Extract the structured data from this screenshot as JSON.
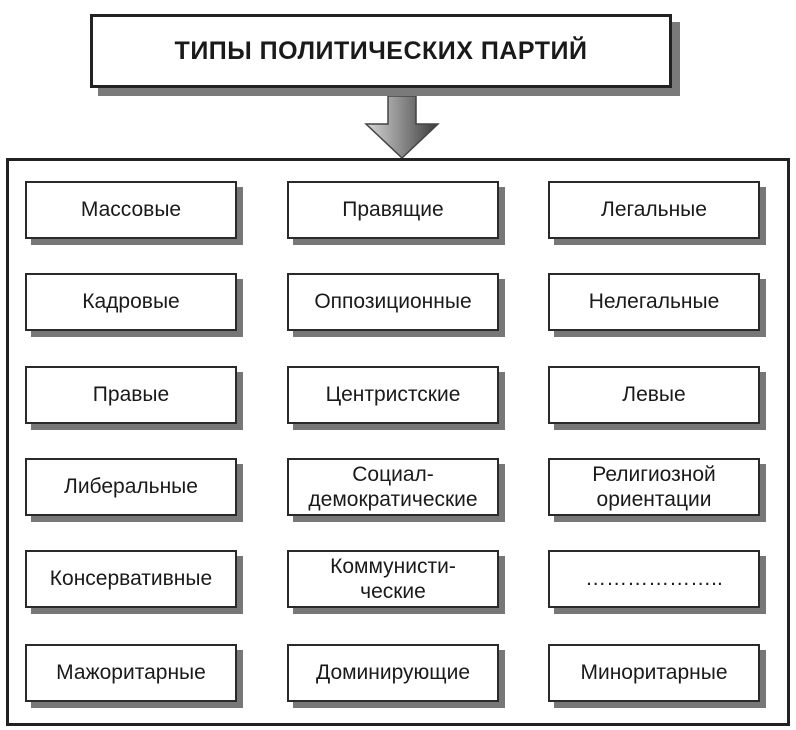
{
  "title": "ТИПЫ ПОЛИТИЧЕСКИХ ПАРТИЙ",
  "connector_icon": "down-arrow-icon",
  "types": [
    [
      "Массовые",
      "Правящие",
      "Легальные"
    ],
    [
      "Кадровые",
      "Оппозиционные",
      "Нелегальные"
    ],
    [
      "Правые",
      "Центристские",
      "Левые"
    ],
    [
      "Либеральные",
      "Социал-\nдемократические",
      "Религиозной\nориентации"
    ],
    [
      "Консервативные",
      "Коммунисти-\nческие",
      "……………….."
    ],
    [
      "Мажоритарные",
      "Доминирующие",
      "Миноритарные"
    ]
  ]
}
